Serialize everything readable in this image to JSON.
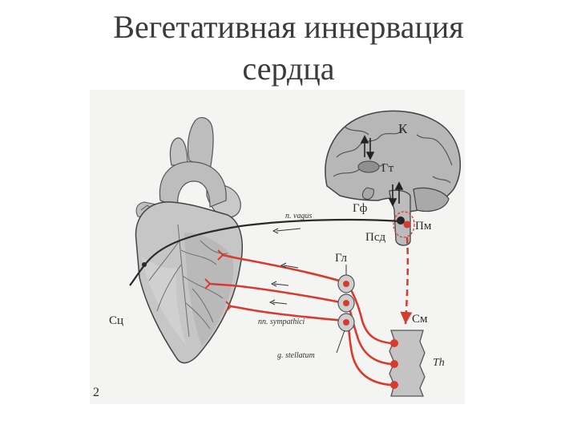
{
  "slide": {
    "title_line1": "Вегетативная иннервация",
    "title_line2": "сердца"
  },
  "figure": {
    "figure_number": "2",
    "labels": {
      "brain": "К",
      "hypothalamus": "Гт",
      "pituitary": "Гф",
      "medulla": "Пм",
      "vagal_nucleus": "Псд",
      "ganglia": "Гл",
      "spinal_cord": "См",
      "heart": "Сц",
      "thoracic": "Th"
    },
    "latin_labels": {
      "vagus": "n. vagus",
      "sympathetic": "nn. sympathici",
      "stellate": "g. stellatum"
    },
    "colors": {
      "sympathetic": "#d93a2e",
      "parasympathetic": "#2a2a2a",
      "tissue": "#c9c9c9",
      "background": "#f4f4f2"
    }
  }
}
